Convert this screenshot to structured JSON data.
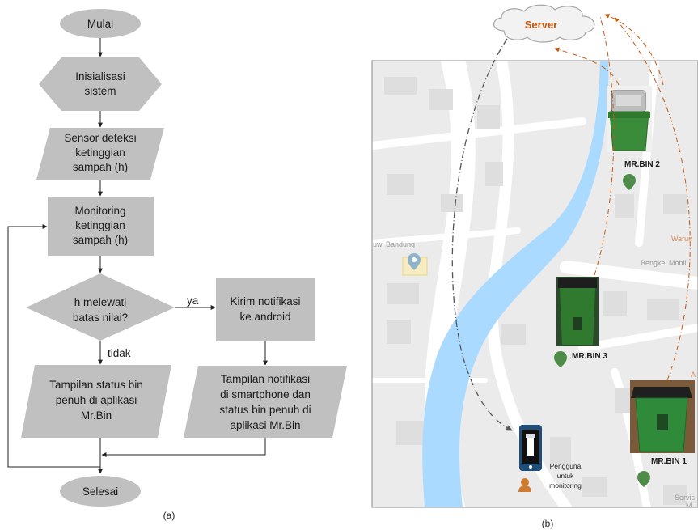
{
  "flowchart": {
    "start": "Mulai",
    "init": [
      "Inisialisasi",
      "sistem"
    ],
    "sensor": [
      "Sensor deteksi",
      "ketinggian",
      "sampah (h)"
    ],
    "monitor": [
      "Monitoring",
      "ketinggian",
      "sampah (h)"
    ],
    "decision": [
      "h melewati",
      "batas nilai?"
    ],
    "yes_label": "ya",
    "no_label": "tidak",
    "notify": [
      "Kirim notifikasi",
      "ke android"
    ],
    "status_app": [
      "Tampilan status bin",
      "penuh di aplikasi",
      "Mr.Bin"
    ],
    "notify_display": [
      "Tampilan notifikasi",
      "di smartphone dan",
      "status bin penuh di",
      "aplikasi Mr.Bin"
    ],
    "end": "Selesai",
    "caption": "(a)"
  },
  "architecture": {
    "server": "Server",
    "bins": [
      "MR.BIN 2",
      "MR.BIN 3",
      "MR.BIN 1"
    ],
    "user": [
      "Pengguna",
      "untuk",
      "monitoring"
    ],
    "map_labels": [
      "euwi Bandung",
      "Warun",
      "Bengkel Mobil",
      "A",
      "Servis",
      "M"
    ],
    "caption": "(b)"
  },
  "colors": {
    "shape_fill": "#c0c0c0",
    "server_text": "#c55a11",
    "river": "#aadaff",
    "pin": "#4f8c4a",
    "user_icon": "#d07a2e"
  }
}
